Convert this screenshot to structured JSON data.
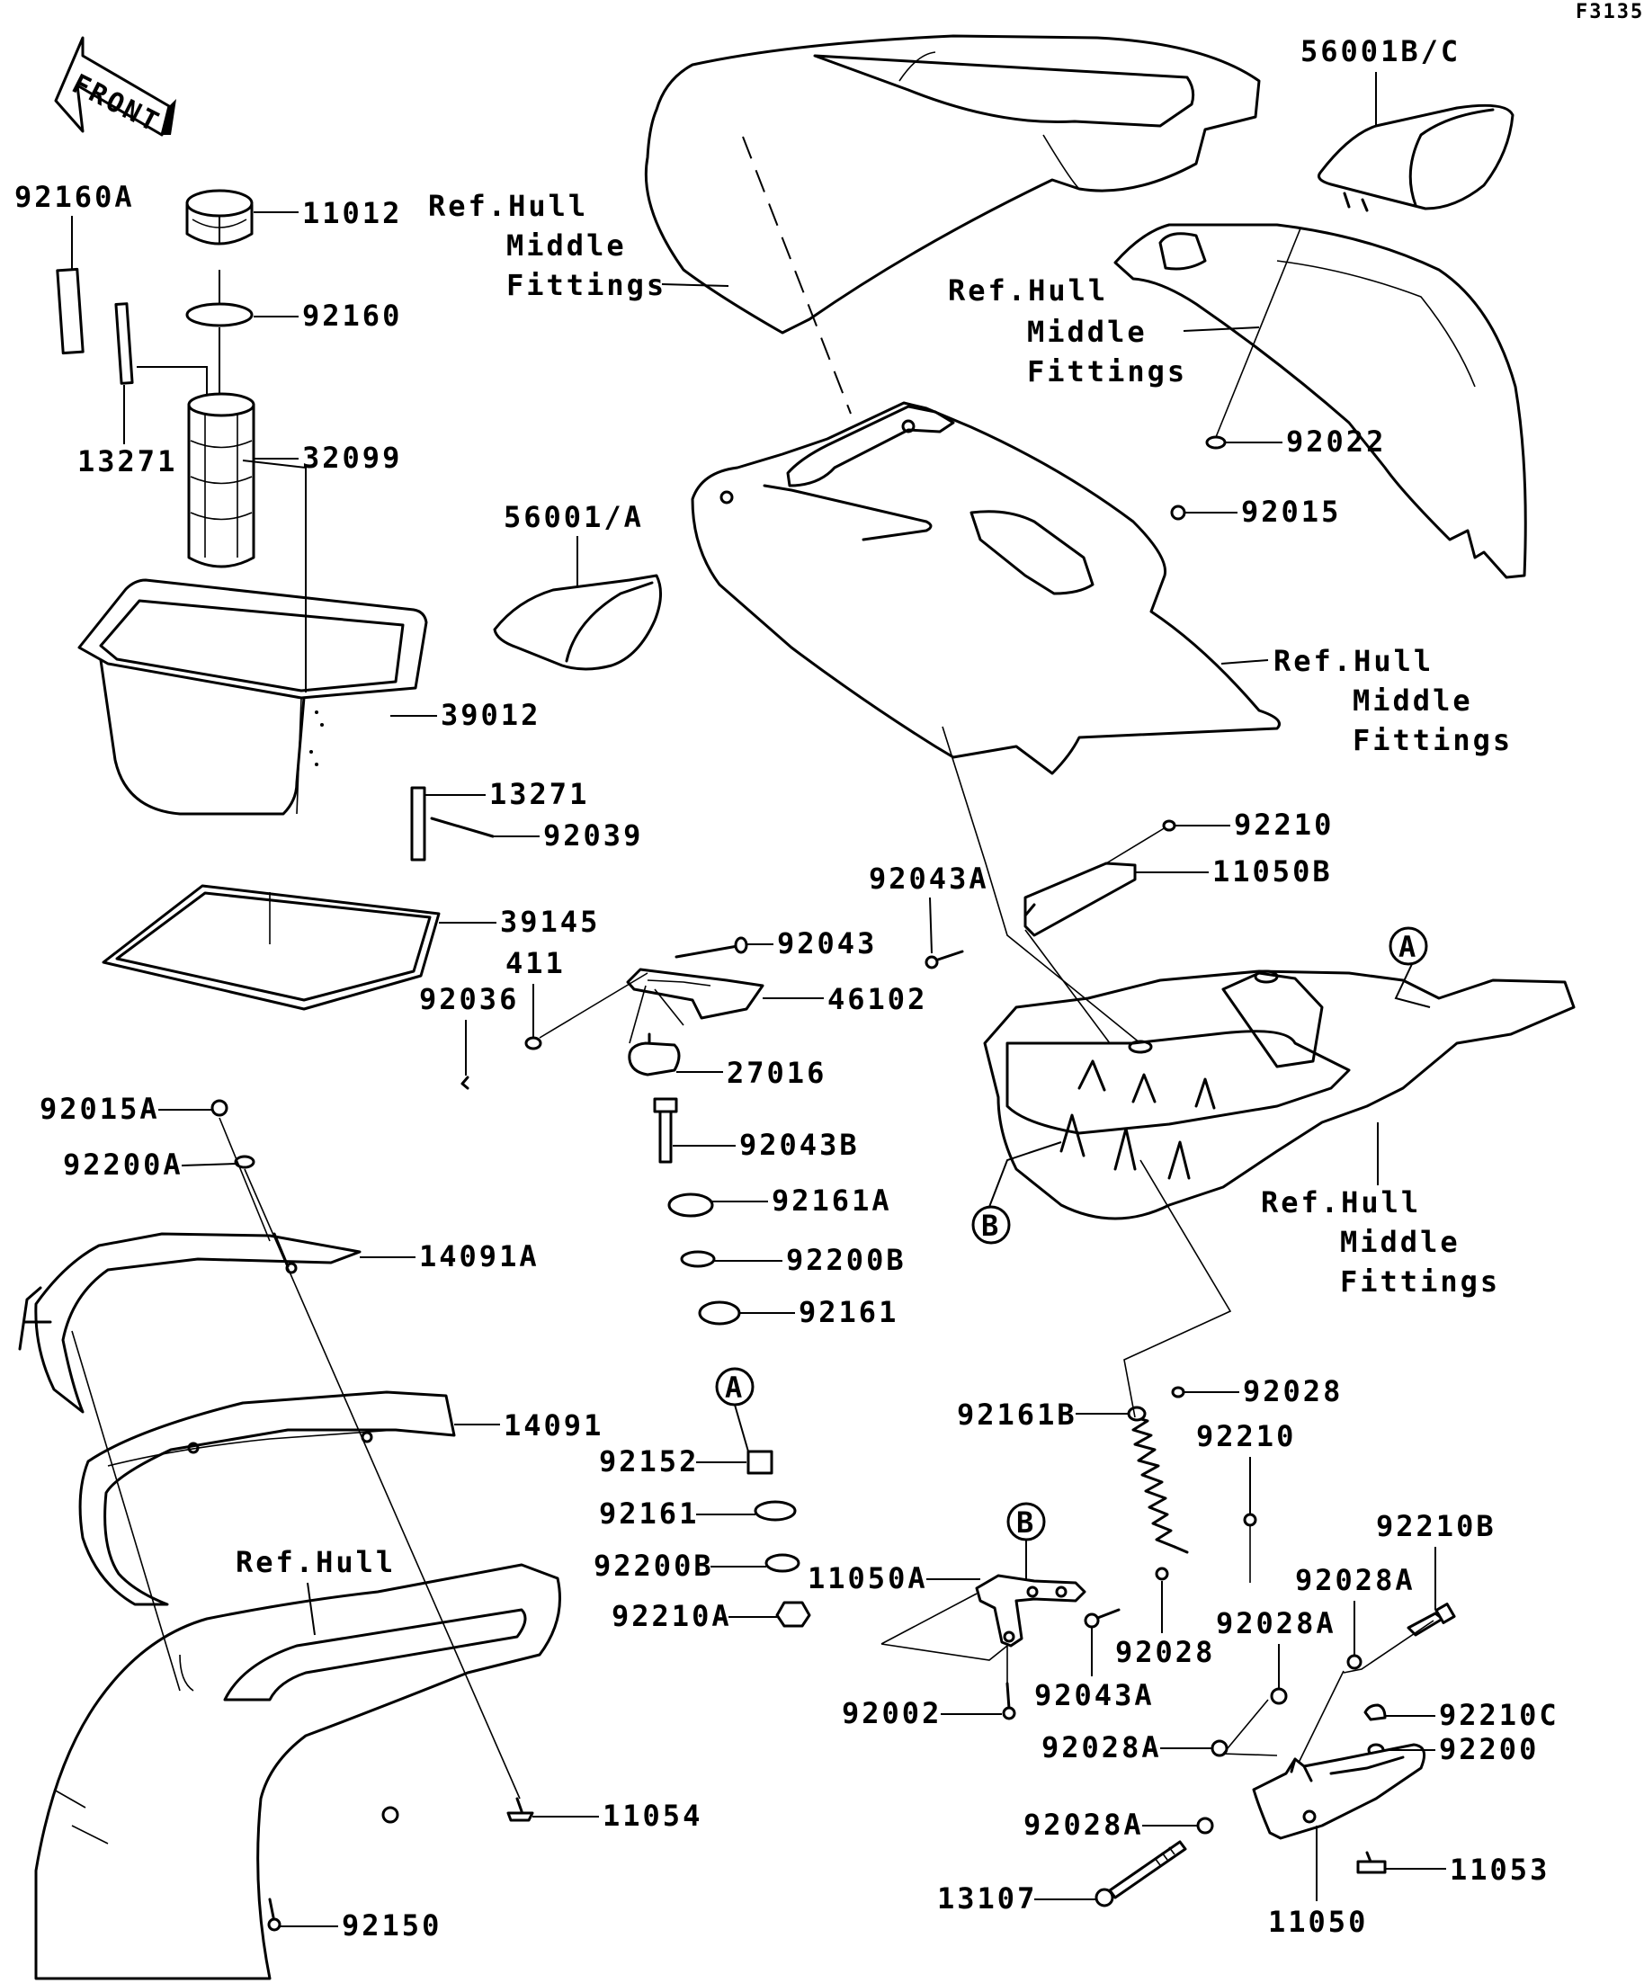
{
  "diagram_code": "F3135",
  "front_label": "FRONT",
  "ref_hull_text": {
    "line1": "Ref.Hull",
    "line2": "Middle",
    "line3": "Fittings",
    "short": "Ref.Hull"
  },
  "callouts": {
    "a": "A",
    "b": "B"
  },
  "parts": {
    "p92160A": "92160A",
    "p11012": "11012",
    "p92160": "92160",
    "p13271_top": "13271",
    "p32099": "32099",
    "p39012": "39012",
    "p13271_box": "13271",
    "p92039": "92039",
    "p39145": "39145",
    "p411": "411",
    "p92036": "92036",
    "p92015A": "92015A",
    "p92200A": "92200A",
    "p14091A": "14091A",
    "p14091": "14091",
    "p11054": "11054",
    "p92150": "92150",
    "p56001A": "56001/A",
    "p56001BC": "56001B/C",
    "p92022": "92022",
    "p92015": "92015",
    "p92043": "92043",
    "p46102": "46102",
    "p27016": "27016",
    "p92043B": "92043B",
    "p92161A": "92161A",
    "p92200B_top": "92200B",
    "p92161_top": "92161",
    "p92152": "92152",
    "p92161_low": "92161",
    "p92200B_low": "92200B",
    "p92210A": "92210A",
    "p92043A_top": "92043A",
    "p92210_top": "92210",
    "p11050B": "11050B",
    "p92161B": "92161B",
    "p92028_top": "92028",
    "p92210_mid": "92210",
    "p11050A": "11050A",
    "p92028_mid": "92028",
    "p92002": "92002",
    "p92043A_low": "92043A",
    "p92028A_1": "92028A",
    "p92028A_2": "92028A",
    "p92028A_3": "92028A",
    "p92028A_4": "92028A",
    "p92210B": "92210B",
    "p92210C": "92210C",
    "p92200": "92200",
    "p11053": "11053",
    "p13107": "13107",
    "p11050": "11050"
  }
}
